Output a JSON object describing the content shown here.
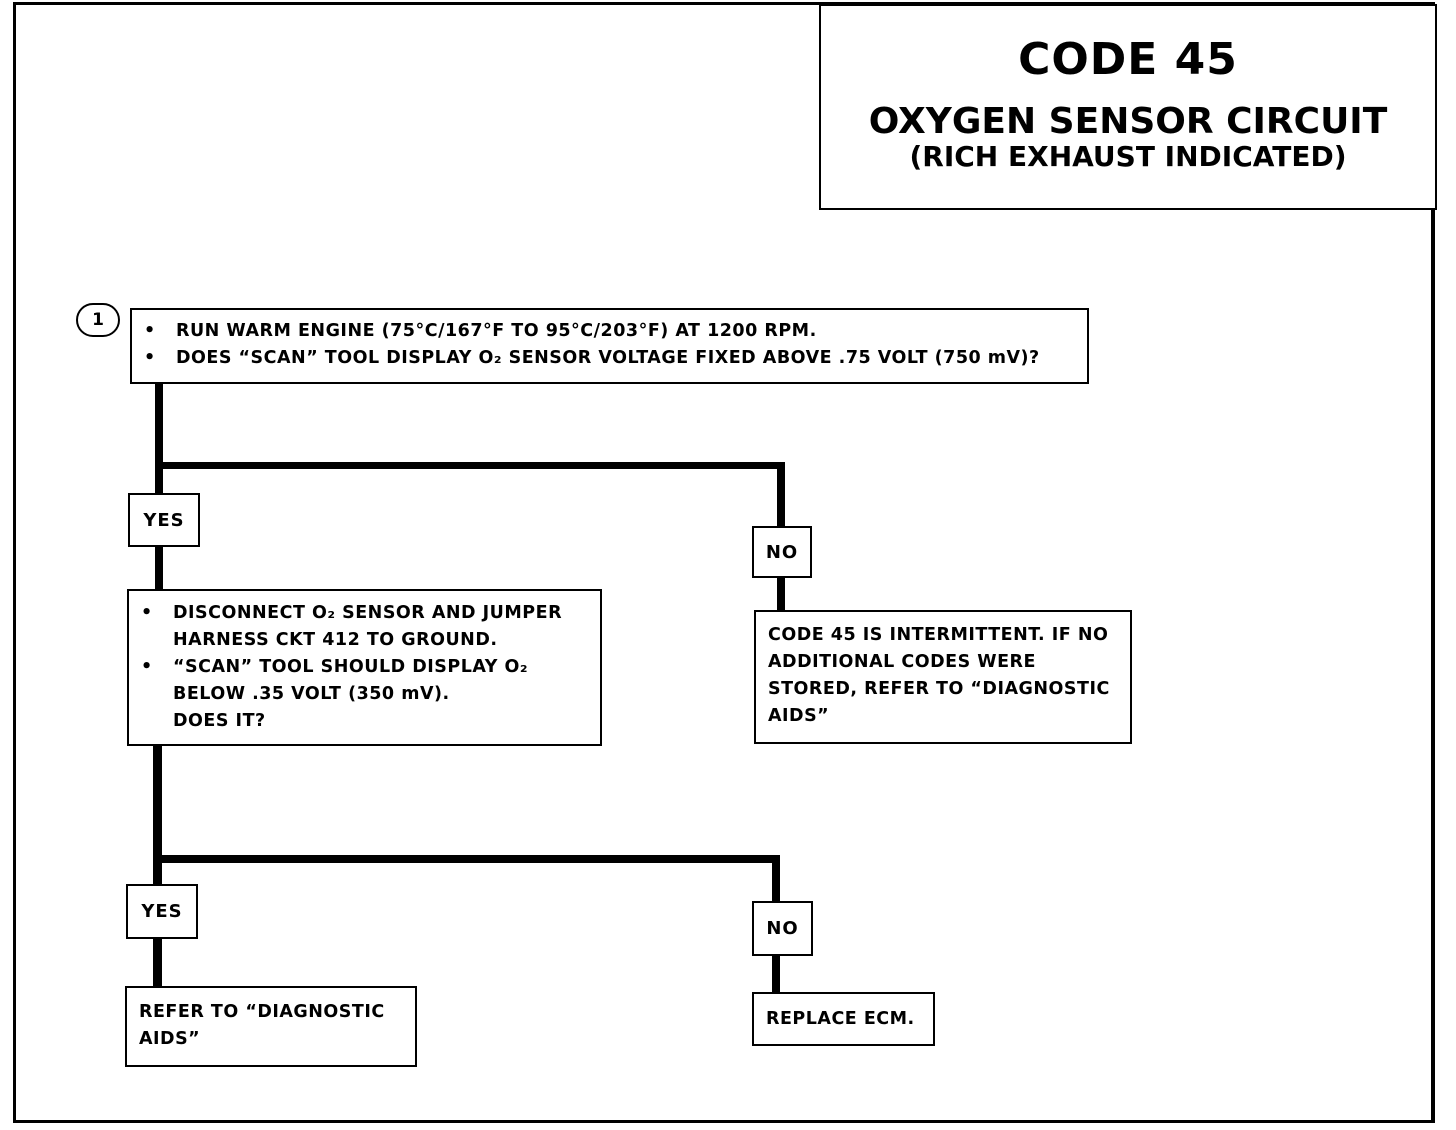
{
  "header": {
    "code": "CODE 45",
    "title": "OXYGEN SENSOR CIRCUIT",
    "subtitle": "(RICH EXHAUST INDICATED)"
  },
  "step1": {
    "number": "1",
    "bullet": "•",
    "lines": [
      "RUN WARM ENGINE (75°C/167°F TO 95°C/203°F) AT 1200 RPM.",
      "DOES “SCAN” TOOL DISPLAY O₂ SENSOR VOLTAGE FIXED ABOVE .75 VOLT (750 mV)?"
    ]
  },
  "branch1": {
    "yes_label": "YES",
    "no_label": "NO",
    "yes_box": {
      "bullet": "•",
      "item1_l1": "DISCONNECT O₂ SENSOR AND JUMPER",
      "item1_l2": "HARNESS CKT 412 TO GROUND.",
      "item2_l1": "“SCAN” TOOL SHOULD DISPLAY O₂",
      "item2_l2": "BELOW .35 VOLT (350 mV).",
      "item2_l3": "DOES IT?"
    },
    "no_box": {
      "l1": "CODE 45 IS INTERMITTENT.  IF NO",
      "l2": "ADDITIONAL CODES WERE",
      "l3": "STORED, REFER TO “DIAGNOSTIC",
      "l4": "AIDS”"
    }
  },
  "branch2": {
    "yes_label": "YES",
    "no_label": "NO",
    "yes_box": {
      "l1": "REFER TO “DIAGNOSTIC",
      "l2": "AIDS”"
    },
    "no_box": {
      "l1": "REPLACE ECM."
    }
  }
}
